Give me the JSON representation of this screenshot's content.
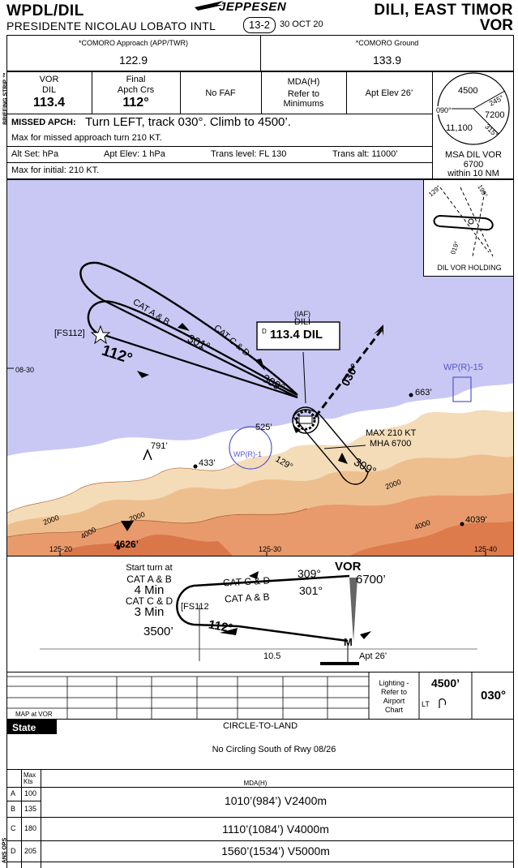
{
  "header": {
    "ident": "WPDL/DIL",
    "airport_name": "PRESIDENTE NICOLAU LOBATO INTL",
    "brand": "JEPPESEN",
    "chart_index": "13-2",
    "date": "30 OCT 20",
    "city": "DILI, EAST TIMOR",
    "procedure": "VOR",
    "briefing_strip_label": "BRIEFING STRIP ™"
  },
  "comms": {
    "approach_label": "*COMORO Approach (APP/TWR)",
    "approach_freq": "122.9",
    "ground_label": "*COMORO Ground",
    "ground_freq": "133.9"
  },
  "briefing": {
    "nav_title": "VOR",
    "nav_ident": "DIL",
    "nav_freq": "113.4",
    "crs_title": "Final",
    "crs_sub": "Apch Crs",
    "crs_value": "112°",
    "faf": "No FAF",
    "mda_title": "MDA(H)",
    "mda_l1": "Refer to",
    "mda_l2": "Minimums",
    "apt_elev": "Apt Elev  26’",
    "missed_label": "MISSED APCH:",
    "missed_text": "Turn LEFT, track 030°. Climb to 4500’.",
    "missed_sub": "Max for missed approach turn 210 KT.",
    "alt_set": "Alt Set: hPa",
    "apt_elev_hpa": "Apt Elev: 1 hPa",
    "trans_level": "Trans level: FL 130",
    "trans_alt": "Trans alt: 11000’",
    "max_initial": "Max for initial: 210 KT."
  },
  "msa": {
    "alt_north": "4500",
    "alt_east": "7200",
    "alt_west": "11,100",
    "brg_245": "245°",
    "brg_090": "090°",
    "brg_315": "315°",
    "caption_l1": "MSA DIL VOR",
    "caption_l2": "6700",
    "caption_l3": "within 10 NM"
  },
  "planview": {
    "holding_caption": "DIL VOR HOLDING",
    "hold_129": "129°",
    "hold_199": "199°",
    "hold_019": "019°",
    "fs112": "[FS112]",
    "crs_112": "112°",
    "cat_ab": "CAT A & B",
    "crs_301": "301°",
    "cat_cd": "CAT C & D",
    "crs_309": "309°",
    "iaf": "(IAF)",
    "dili": "DILI",
    "vor_d": "D",
    "vor_freq": "113.4 DIL",
    "crs_030": "030°",
    "wp15": "WP(R)-15",
    "wp1": "WP(R)-1",
    "elev_663": "663’",
    "elev_525": "525’",
    "elev_791": "791’",
    "elev_433": "433’",
    "elev_4626": "4626’",
    "elev_4039": "4039’",
    "max210": "MAX 210 KT",
    "mha": "MHA 6700",
    "hold_309": "309°",
    "hold_129b": "129°",
    "lat_0830": "08-30",
    "lon_12520": "125-20",
    "lon_12530": "125-30",
    "lon_12540": "125-40",
    "cont_2000a": "2000",
    "cont_2000b": "2000",
    "cont_4000a": "4000",
    "cont_4000b": "4000",
    "cont_2000c": "2000"
  },
  "profile": {
    "turn_l1": "Start turn at",
    "turn_l2": "CAT A & B",
    "turn_l3": "4 Min",
    "turn_l4": "CAT C & D",
    "turn_l5": "3 Min",
    "alt_3500": "3500’",
    "fs112": "[FS112",
    "crs_112": "112°",
    "cat_cd": "CAT C & D",
    "crs_309": "309°",
    "cat_ab": "CAT A & B",
    "crs_301": "301°",
    "vor": "VOR",
    "alt_6700": "6700’",
    "dist": "10.5",
    "m": "M",
    "apt_elev": "Apt 26’"
  },
  "missed_strip": {
    "map_at": "MAP at VOR",
    "lighting_l1": "Lighting -",
    "lighting_l2": "Refer to",
    "lighting_l3": "Airport",
    "lighting_l4": "Chart",
    "alt": "4500’",
    "lt": "LT",
    "crs": "030°"
  },
  "minimums": {
    "state_label": "State",
    "circle_title": "CIRCLE-TO-LAND",
    "note": "No Circling South of Rwy 08/26",
    "max_kts_l1": "Max",
    "max_kts_l2": "Kts",
    "mda_header": "MDA(H)",
    "rows": [
      {
        "cat": "A",
        "kts": "100",
        "mda": "1010’(984’) V2400m"
      },
      {
        "cat": "B",
        "kts": "135",
        "mda": ""
      },
      {
        "cat": "C",
        "kts": "180",
        "mda": "1110’(1084’) V4000m"
      },
      {
        "cat": "D",
        "kts": "205",
        "mda": "1560’(1534’) V5000m"
      }
    ],
    "side_label": "ANS OPS"
  }
}
